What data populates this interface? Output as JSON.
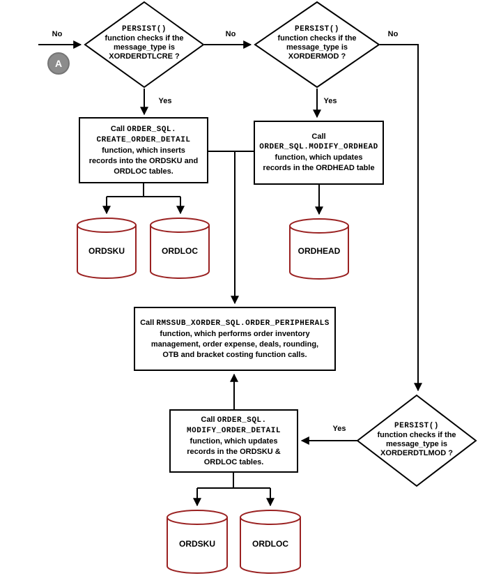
{
  "diagram": {
    "connector_a": {
      "label": "A"
    },
    "decisions": {
      "d1": {
        "l1": "PERSIST()",
        "l2": "function checks if the",
        "l3": "message_type is",
        "l4": "XORDERDTLCRE ?"
      },
      "d2": {
        "l1": "PERSIST()",
        "l2": "function checks if the",
        "l3": "message_type is",
        "l4": "XORDERMOD ?"
      },
      "d3": {
        "l1": "PERSIST()",
        "l2": "function checks if the",
        "l3": "message_type is",
        "l4": "XORDERDTLMOD ?"
      }
    },
    "processes": {
      "p1": {
        "call": "Call ",
        "code1": "ORDER_SQL.",
        "code2": "CREATE_ORDER_DETAIL",
        "l3": "function, which inserts",
        "l4": "records into the ORDSKU and",
        "l5": "ORDLOC tables."
      },
      "p2": {
        "call": "Call",
        "code1": "ORDER_SQL.MODIFY_ORDHEAD",
        "l3": "function, which updates",
        "l4": "records in the ORDHEAD table"
      },
      "p3": {
        "call": "Call ",
        "code1": "RMSSUB_XORDER_SQL.ORDER_PERIPHERALS",
        "l2": "function, which performs order inventory",
        "l3": "management, order expense, deals, rounding,",
        "l4": "OTB and bracket costing function calls."
      },
      "p4": {
        "call": "Call ",
        "code1": "ORDER_SQL.",
        "code2": "MODIFY_ORDER_DETAIL",
        "l3": "function, which updates",
        "l4": "records in the ORDSKU &",
        "l5": "ORDLOC tables."
      }
    },
    "databases": {
      "db1": "ORDSKU",
      "db2": "ORDLOC",
      "db3": "ORDHEAD",
      "db4": "ORDSKU",
      "db5": "ORDLOC"
    },
    "edge_labels": {
      "no1": "No",
      "no2": "No",
      "no3": "No",
      "yes1": "Yes",
      "yes2": "Yes",
      "yes3": "Yes"
    },
    "colors": {
      "line": "#000000",
      "cylinder_stroke": "#9a2121",
      "connector_fill": "#8c8c8c",
      "text": "#000000"
    }
  }
}
